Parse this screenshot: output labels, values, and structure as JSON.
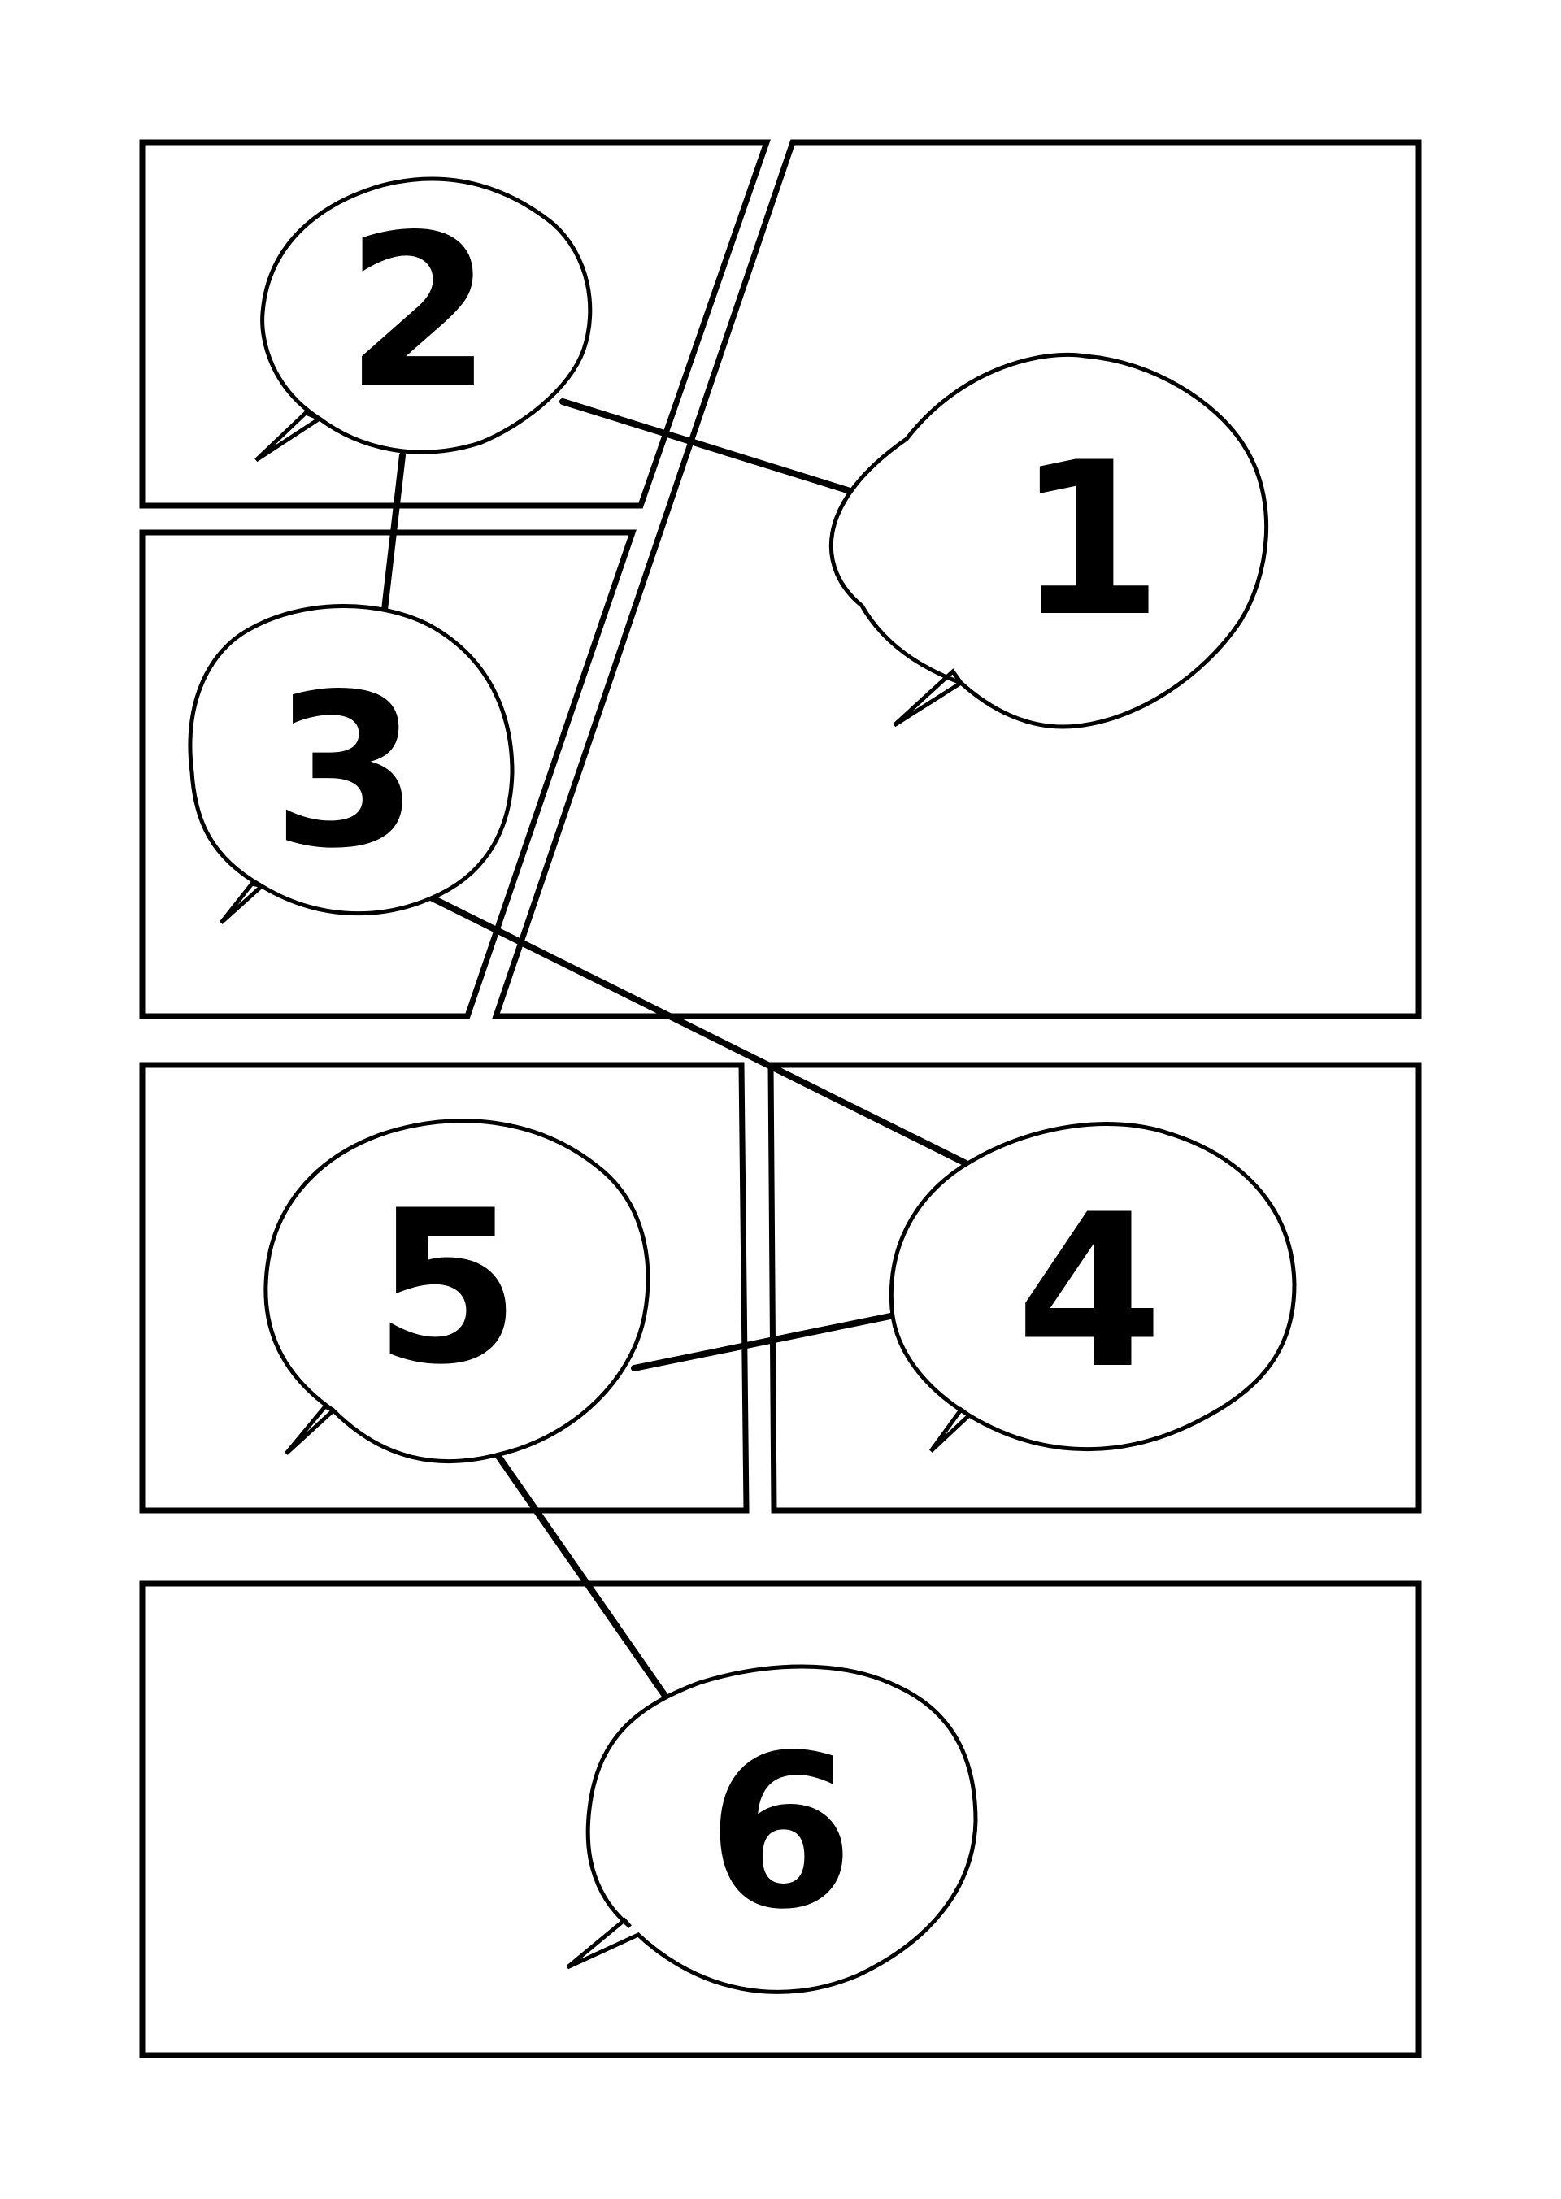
{
  "reading_order": {
    "bubbles": [
      {
        "id": "1",
        "label": "1"
      },
      {
        "id": "2",
        "label": "2"
      },
      {
        "id": "3",
        "label": "3"
      },
      {
        "id": "4",
        "label": "4"
      },
      {
        "id": "5",
        "label": "5"
      },
      {
        "id": "6",
        "label": "6"
      }
    ]
  },
  "colors": {
    "ink": "#000000",
    "paper": "#ffffff"
  }
}
